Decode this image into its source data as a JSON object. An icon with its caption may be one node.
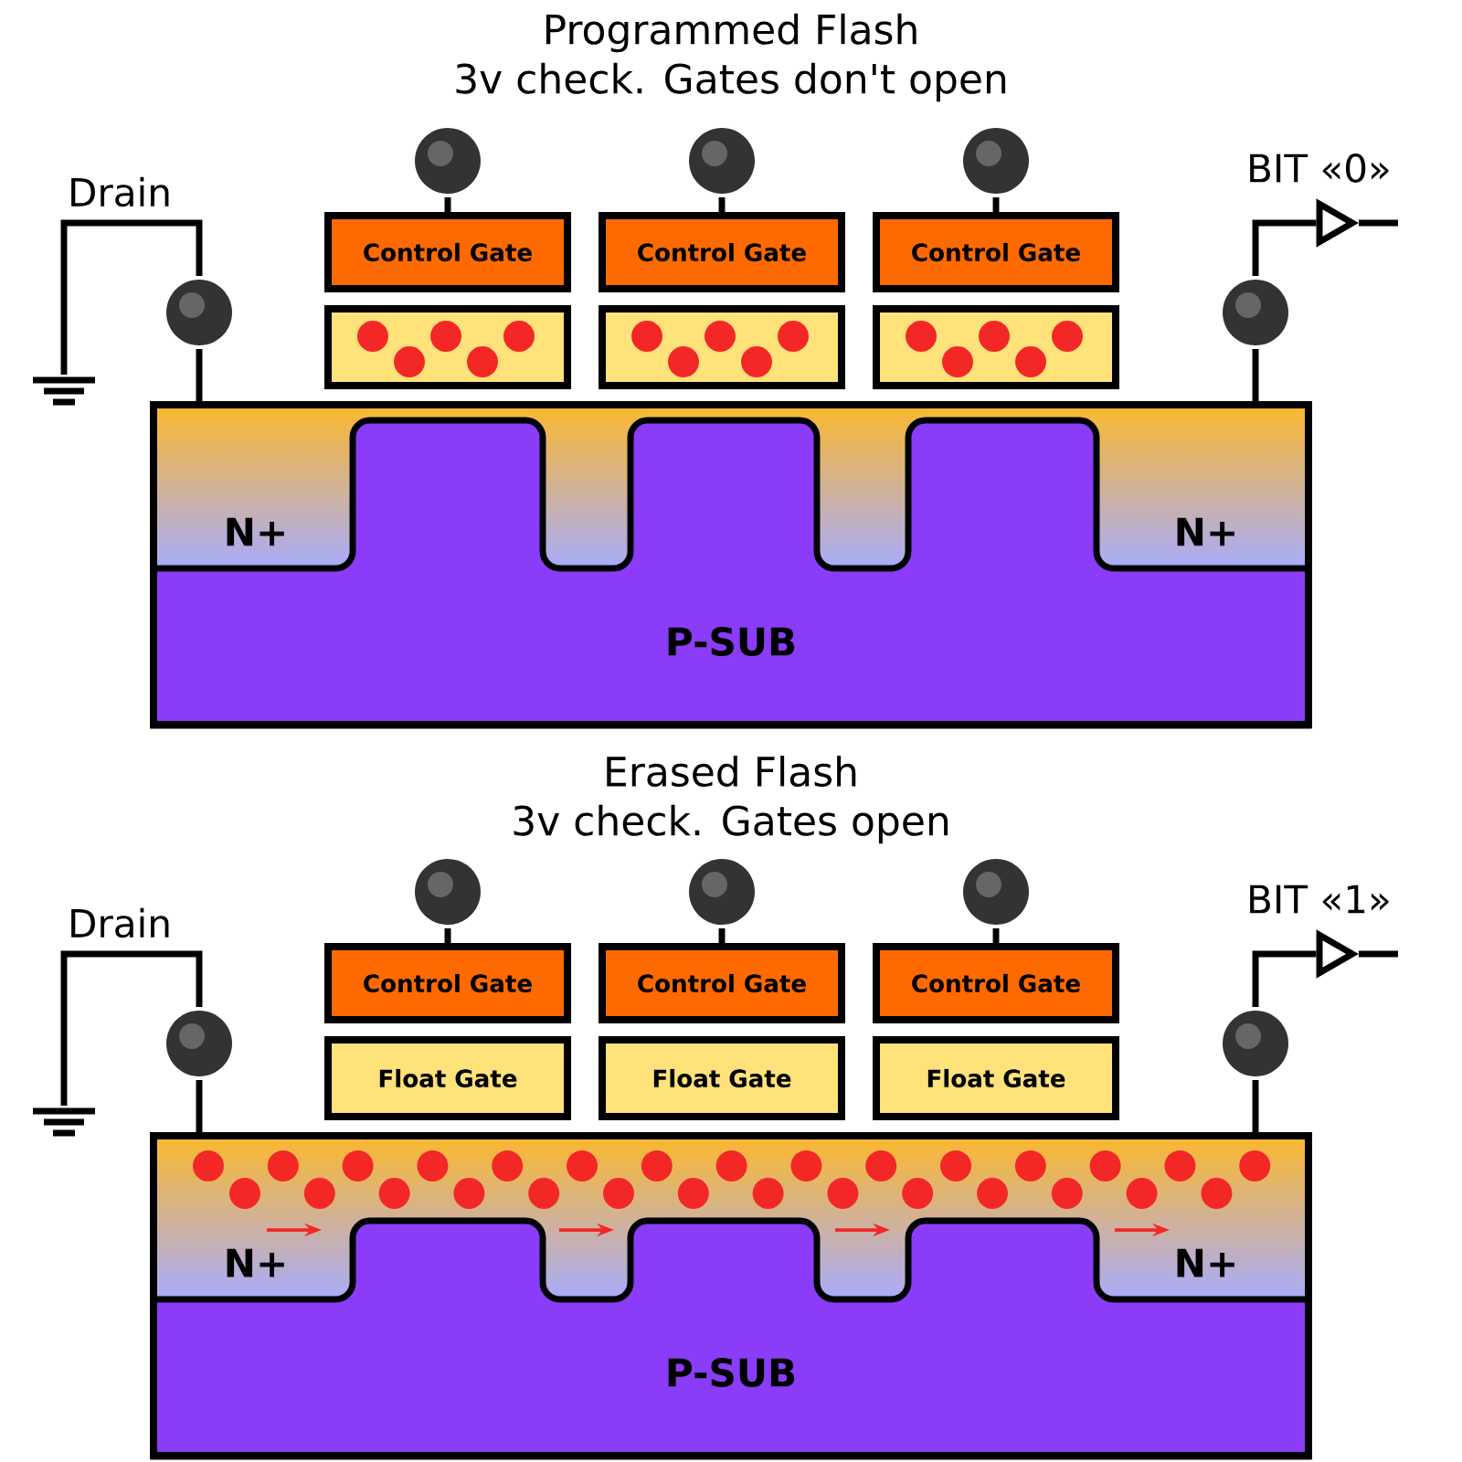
{
  "diagram": {
    "nodes": [
      {
        "text": [
          "Control Gate"
        ]
      },
      {
        "text": [
          "Control Gate"
        ]
      },
      {
        "text": [
          "Control Gate"
        ]
      },
      {
        "text": [],
        "shape": "box"
      },
      {
        "text": [],
        "shape": "box"
      },
      {
        "text": [],
        "shape": "box"
      },
      {
        "text": [
          "N+",
          "N+",
          "P-SUB"
        ]
      },
      {
        "text": [
          "Control Gate"
        ]
      },
      {
        "text": [
          "Control Gate"
        ]
      },
      {
        "text": [
          "Control Gate"
        ]
      },
      {
        "text": [
          "Float Gate"
        ]
      },
      {
        "text": [
          "Float Gate"
        ]
      },
      {
        "text": [
          "Float Gate"
        ]
      },
      {
        "text": [
          "N+",
          "N+",
          "P-SUB"
        ]
      },
      {
        "text": [],
        "shape": "circle"
      },
      {
        "text": [],
        "shape": "ground"
      },
      {
        "text": [],
        "shape": "circle"
      },
      {
        "text": [],
        "shape": "circle"
      },
      {
        "text": [],
        "shape": "circle"
      },
      {
        "text": [],
        "shape": "circle"
      },
      {
        "text": [],
        "shape": "triangle"
      },
      {
        "text": [],
        "shape": "circle"
      },
      {
        "text": [],
        "shape": "ground"
      },
      {
        "text": [],
        "shape": "circle"
      },
      {
        "text": [],
        "shape": "circle"
      },
      {
        "text": [],
        "shape": "circle"
      },
      {
        "text": [],
        "shape": "circle"
      },
      {
        "text": [],
        "shape": "triangle"
      }
    ],
    "edges": [
      {
        "from": 14,
        "to": 6,
        "arrow": "none"
      },
      {
        "from": 14,
        "to": 15,
        "arrow": "none"
      },
      {
        "from": 16,
        "to": 0,
        "arrow": "none"
      },
      {
        "from": 17,
        "to": 1,
        "arrow": "none"
      },
      {
        "from": 18,
        "to": 2,
        "arrow": "none"
      },
      {
        "from": 19,
        "to": 6,
        "arrow": "none"
      },
      {
        "from": 19,
        "to": 20,
        "arrow": "none"
      },
      {
        "from": 20,
        "to": null,
        "arrow": "none"
      },
      {
        "from": 21,
        "to": 13,
        "arrow": "none"
      },
      {
        "from": 21,
        "to": 22,
        "arrow": "none"
      },
      {
        "from": 23,
        "to": 7,
        "arrow": "none"
      },
      {
        "from": 24,
        "to": 8,
        "arrow": "none"
      },
      {
        "from": 25,
        "to": 9,
        "arrow": "none"
      },
      {
        "from": 26,
        "to": 13,
        "arrow": "none"
      },
      {
        "from": 26,
        "to": 27,
        "arrow": "none"
      },
      {
        "from": 27,
        "to": null,
        "arrow": "none"
      }
    ],
    "labels": [
      "Programmed Flash",
      "3v check. Gates don't open",
      "Drain",
      "BIT «0»",
      "Erased Flash",
      "3v check. Gates open",
      "Drain",
      "BIT «1»"
    ]
  }
}
